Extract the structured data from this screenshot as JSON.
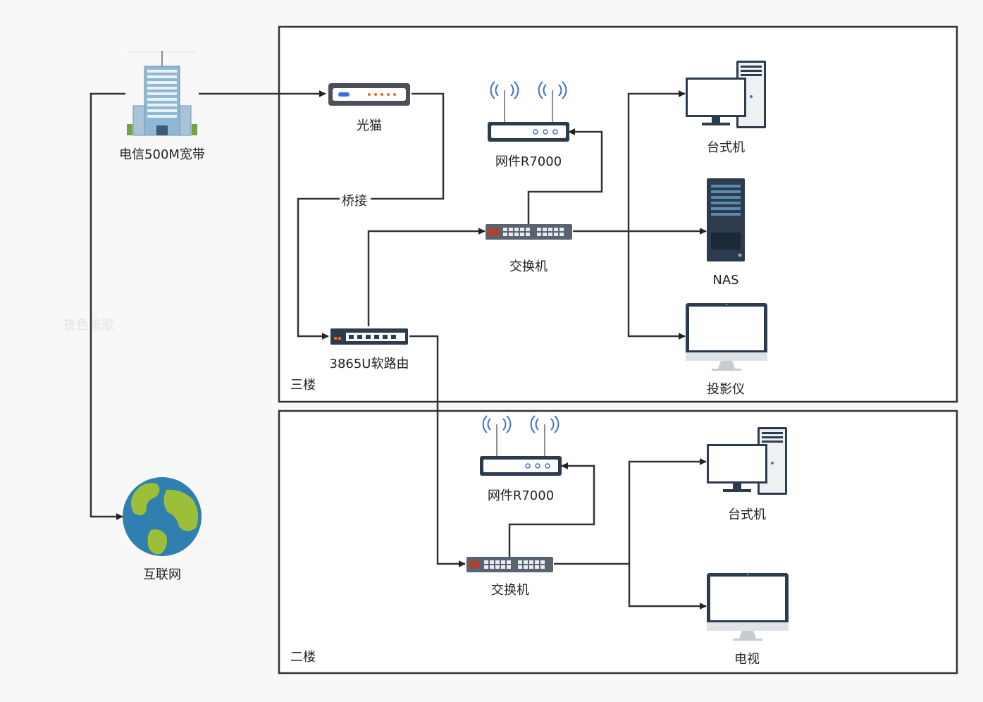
{
  "zones": {
    "floor3": "三楼",
    "floor2": "二楼"
  },
  "nodes": {
    "isp": "电信500M宽带",
    "internet": "互联网",
    "modem": "光猫",
    "router_f3": "网件R7000",
    "desktop_f3": "台式机",
    "nas": "NAS",
    "switch_f3": "交换机",
    "soft_router": "3865U软路由",
    "projector": "投影仪",
    "router_f2": "网件R7000",
    "desktop_f2": "台式机",
    "switch_f2": "交换机",
    "tv": "电视"
  },
  "edge_labels": {
    "bridge": "桥接"
  },
  "watermark": "夜色暗歌",
  "colors": {
    "line": "#333333",
    "globe_ocean": "#2f7fb0",
    "globe_land": "#9cbf3a",
    "building": "#8fb8d6",
    "device_dark": "#2d3b4e",
    "switch_body": "#5a6370",
    "router_accent": "#3b6fd3"
  }
}
